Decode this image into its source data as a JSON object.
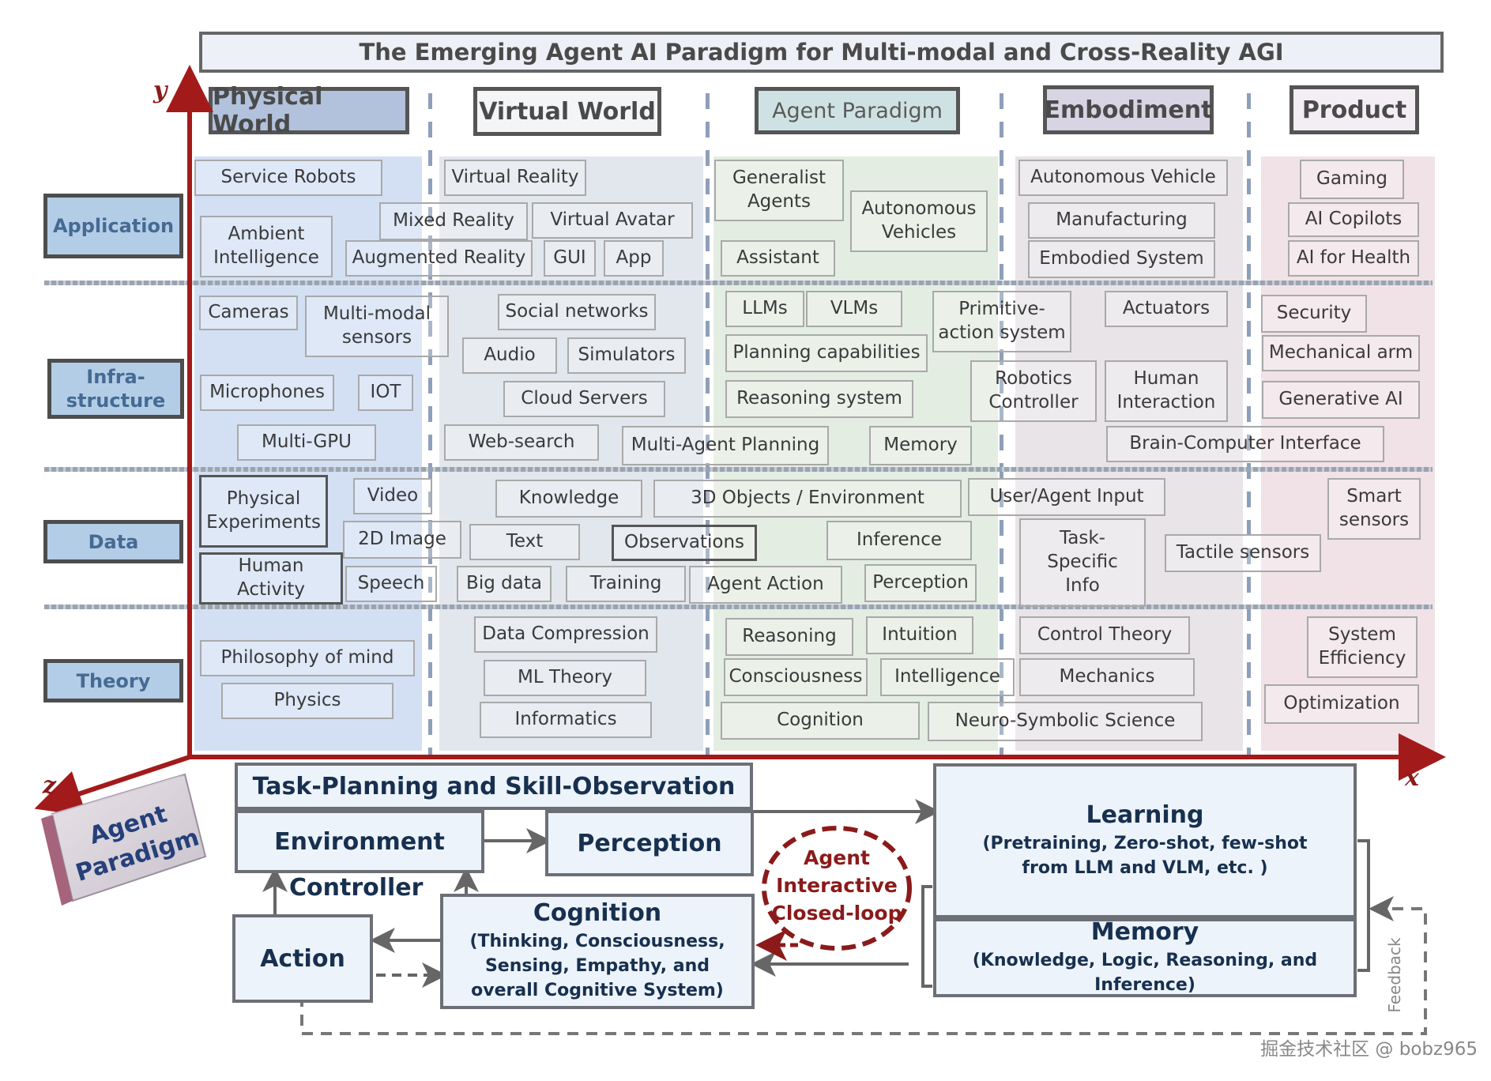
{
  "title": "The Emerging Agent AI Paradigm for Multi-modal and Cross-Reality AGI",
  "axes": {
    "y": "y",
    "x": "x",
    "z": "z"
  },
  "columns": [
    {
      "label": "Physical World"
    },
    {
      "label": "Virtual World"
    },
    {
      "label": "Agent Paradigm"
    },
    {
      "label": "Embodiment"
    },
    {
      "label": "Product"
    }
  ],
  "rows": [
    {
      "label": "Application"
    },
    {
      "label": "Infra-\nstructure"
    },
    {
      "label": "Data"
    },
    {
      "label": "Theory"
    }
  ],
  "cells": [
    "Service Robots",
    "Ambient\nIntelligence",
    "Virtual Reality",
    "Mixed Reality",
    "Virtual Avatar",
    "Augmented Reality",
    "GUI",
    "App",
    "Generalist\nAgents",
    "Autonomous\nVehicles",
    "Assistant",
    "Autonomous Vehicle",
    "Manufacturing",
    "Embodied System",
    "Gaming",
    "AI Copilots",
    "AI for Health",
    "Cameras",
    "Multi-modal\nsensors",
    "Microphones",
    "IOT",
    "Multi-GPU",
    "Social networks",
    "Audio",
    "Simulators",
    "Cloud Servers",
    "Web-search",
    "LLMs",
    "VLMs",
    "Primitive-\naction system",
    "Planning capabilities",
    "Reasoning system",
    "Multi-Agent Planning",
    "Memory",
    "Actuators",
    "Robotics\nController",
    "Human\nInteraction",
    "Brain-Computer Interface",
    "Security",
    "Mechanical arm",
    "Generative AI",
    "Physical\nExperiments",
    "Video",
    "2D Image",
    "Human\nActivity",
    "Speech",
    "Knowledge",
    "3D Objects / Environment",
    "Text",
    "Observations",
    "Big data",
    "Training",
    "Inference",
    "Agent Action",
    "Perception",
    "User/Agent  Input",
    "Task-\nSpecific\nInfo",
    "Tactile sensors",
    "Smart\nsensors",
    "Philosophy of mind",
    "Physics",
    "Data Compression",
    "ML Theory",
    "Informatics",
    "Reasoning",
    "Intuition",
    "Consciousness",
    "Intelligence",
    "Cognition",
    "Control Theory",
    "Mechanics",
    "Neuro-Symbolic Science",
    "System\nEfficiency",
    "Optimization"
  ],
  "cube_label": "Agent\nParadigm",
  "loop": {
    "task_planning": "Task-Planning and Skill-Observation",
    "environment": "Environment",
    "perception": "Perception",
    "controller": "Controller",
    "action": "Action",
    "cognition_title": "Cognition",
    "cognition_sub": "(Thinking, Consciousness,\nSensing, Empathy, and\noverall Cognitive System)",
    "closed_loop": "Agent\nInteractive\nClosed-loop",
    "learning_title": "Learning",
    "learning_sub": "(Pretraining, Zero-shot, few-shot\nfrom LLM and VLM, etc. )",
    "memory_title": "Memory",
    "memory_sub": "(Knowledge, Logic, Reasoning, and Inference)",
    "feedback": "Feedback"
  },
  "watermark": "掘金技术社区 @ bobz965",
  "colors": {
    "physical_band": "#d3e0f4",
    "virtual_band": "#e2e6ed",
    "agent_band": "#e4ede2",
    "embodiment_band": "#e8e4e8",
    "product_band": "#f0e2e6",
    "axis": "#a31a1a",
    "closed_loop": "#8b1a1a",
    "loop_text": "#17304f"
  }
}
